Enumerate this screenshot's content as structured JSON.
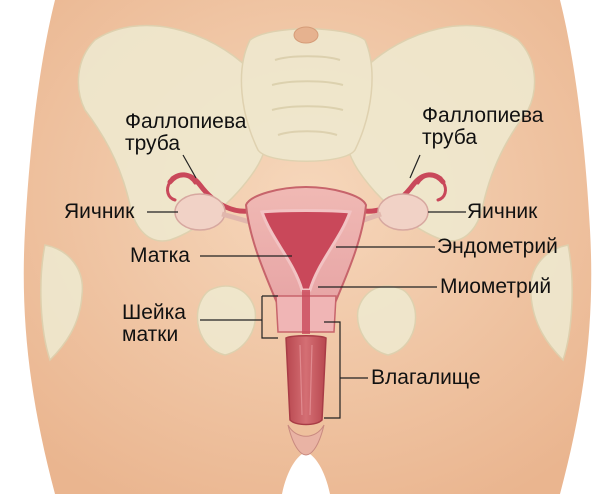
{
  "labels": {
    "tube_left": {
      "line1": "Фаллопиева",
      "line2": "труба"
    },
    "tube_right": {
      "line1": "Фаллопиева",
      "line2": "труба"
    },
    "ovary_left": "Яичник",
    "ovary_right": "Яичник",
    "uterus": "Матка",
    "endometrium": "Эндометрий",
    "myometrium": "Миометрий",
    "cervix": {
      "line1": "Шейка",
      "line2": "матки"
    },
    "vagina": "Влагалище"
  },
  "colors": {
    "skin": "#f3cba8",
    "bone": "#efe9cf",
    "organ": "#d9898b",
    "organ_dark": "#c44d57",
    "leader_line": "#222222"
  }
}
